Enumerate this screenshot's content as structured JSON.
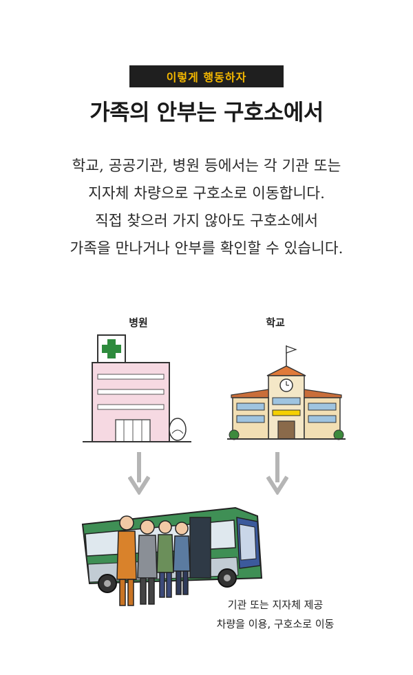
{
  "badge": {
    "text": "이렇게 행동하자"
  },
  "title": "가족의 안부는 구호소에서",
  "body": {
    "lines": [
      "학교, 공공기관, 병원 등에서는 각 기관 또는",
      "지자체 차량으로 구호소로 이동합니다.",
      "직접 찾으러 가지 않아도 구호소에서",
      "가족을 만나거나 안부를 확인할 수 있습니다."
    ]
  },
  "illustration": {
    "hospital_label": "병원",
    "school_label": "학교",
    "caption": [
      "기관 또는 지자체 제공",
      "차량을 이용, 구호소로 이동"
    ]
  },
  "colors": {
    "badge_bg": "#1f1f1f",
    "badge_text": "#f5b800",
    "hospital_pink": "#f6d9e2",
    "bus_green": "#3f8f55",
    "bus_blue": "#3c5a9c",
    "arrow_gray": "#b5b5b5"
  }
}
